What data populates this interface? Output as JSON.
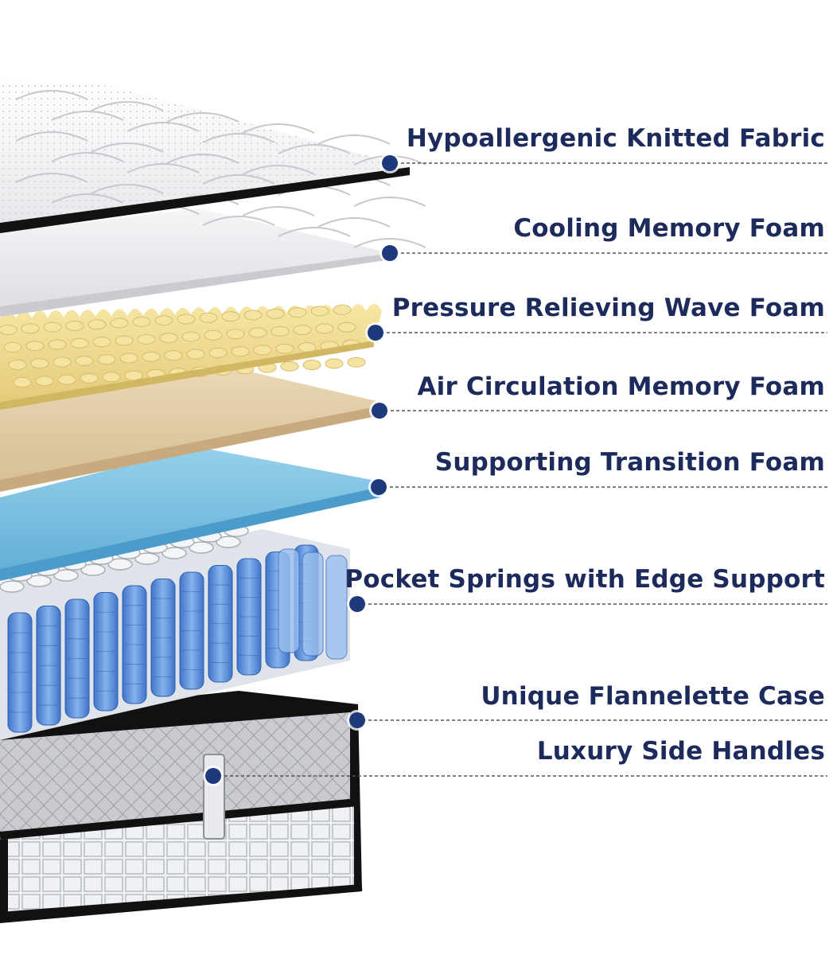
{
  "colors": {
    "label_text": "#1d2b5c",
    "marker": "#1f3a7a",
    "leader_line": "#555555",
    "fabric": "#f2f3f5",
    "cooling_foam": "#e9eaee",
    "wave_foam": "#eedb8e",
    "air_foam": "#e2cca4",
    "transition_foam": "#7ec2e2",
    "springs": "#5a8fd8",
    "case_trim": "#111111"
  },
  "layers": [
    {
      "id": "fabric",
      "label": "Hypoallergenic Knitted Fabric"
    },
    {
      "id": "cooling",
      "label": "Cooling Memory Foam"
    },
    {
      "id": "wave",
      "label": "Pressure Relieving Wave Foam"
    },
    {
      "id": "air",
      "label": "Air Circulation Memory Foam"
    },
    {
      "id": "transition",
      "label": "Supporting Transition Foam"
    },
    {
      "id": "springs",
      "label": "Pocket Springs with Edge Support"
    },
    {
      "id": "case",
      "label": "Unique Flannelette Case"
    },
    {
      "id": "handles",
      "label": "Luxury Side Handles"
    }
  ]
}
